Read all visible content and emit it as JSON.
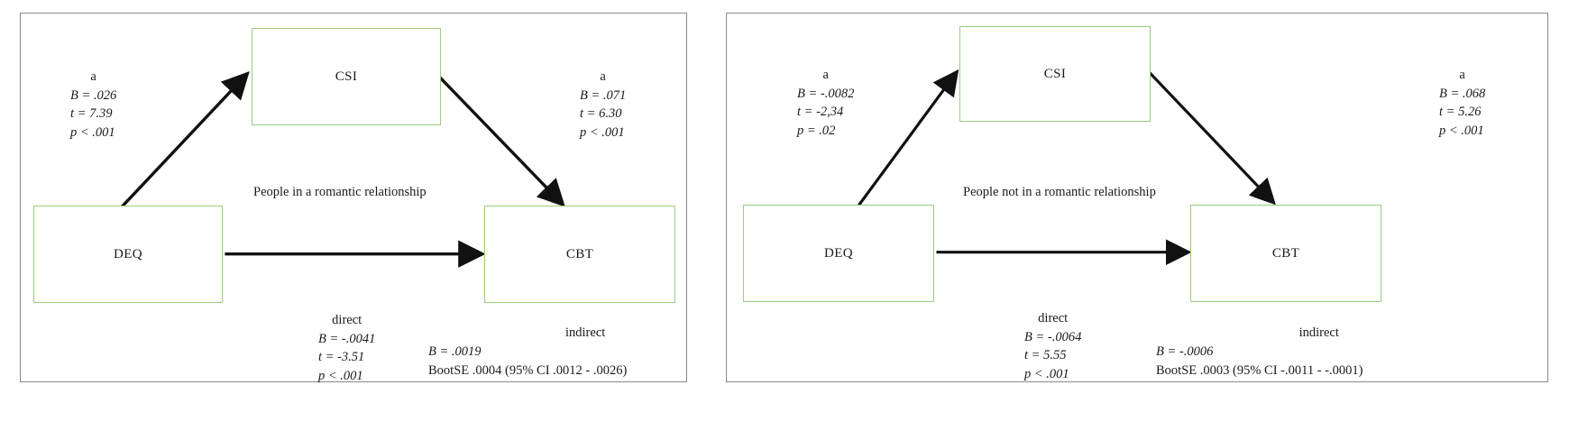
{
  "figure": {
    "type": "mediation-path-diagram",
    "panels": [
      {
        "id": "left",
        "caption": "People in a romantic relationship",
        "nodes": {
          "predictor": "DEQ",
          "mediator": "CSI",
          "outcome": "CBT"
        },
        "path_a_left": {
          "header": "a",
          "b": "B = .026",
          "t": "t = 7.39",
          "p": "p < .001"
        },
        "path_a_right": {
          "header": "a",
          "b": "B = .071",
          "t": "t = 6.30",
          "p": "p < .001"
        },
        "direct": {
          "header": "direct",
          "b": "B = -.0041",
          "t": "t = -3.51",
          "p": "p < .001"
        },
        "indirect": {
          "header": "indirect",
          "b": "B = .0019",
          "boot": "BootSE .0004 (95% CI .0012 - .0026)"
        }
      },
      {
        "id": "right",
        "caption": "People not in a romantic relationship",
        "nodes": {
          "predictor": "DEQ",
          "mediator": "CSI",
          "outcome": "CBT"
        },
        "path_a_left": {
          "header": "a",
          "b": "B = -.0082",
          "t": "t = -2,34",
          "p": "p = .02"
        },
        "path_a_right": {
          "header": "a",
          "b": "B = .068",
          "t": "t = 5.26",
          "p": "p < .001"
        },
        "direct": {
          "header": "direct",
          "b": "B = -.0064",
          "t": "t = 5.55",
          "p": "p < .001"
        },
        "indirect": {
          "header": "indirect",
          "b": "B = -.0006",
          "boot": "BootSE .0003 (95% CI -.0011 - -.0001)"
        }
      }
    ],
    "colors": {
      "node_border": "#9ccc7c",
      "panel_border": "#8a8a8a",
      "arrow": "#111111",
      "text": "#1a1a1a",
      "background": "#ffffff"
    }
  }
}
